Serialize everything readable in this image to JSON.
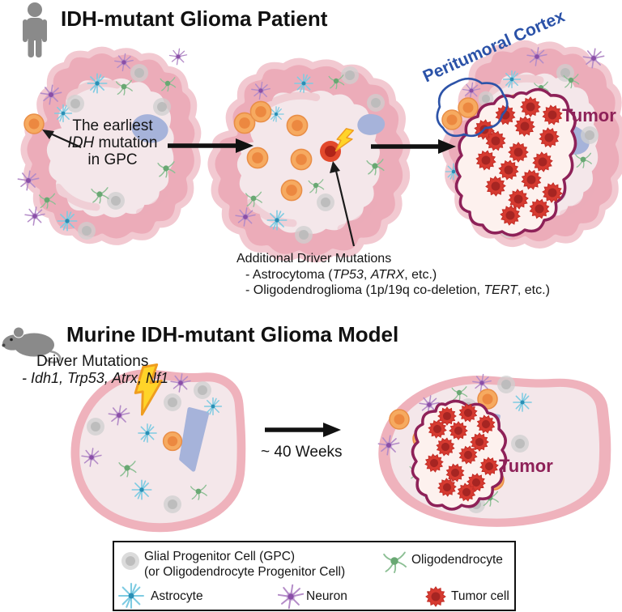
{
  "figure": {
    "patient": {
      "title": "IDH-mutant Glioma Patient",
      "earliest": {
        "line1": "The earliest",
        "line2_gene": "IDH",
        "line2_rest": " mutation",
        "line3": "in GPC"
      },
      "peritumoral_label": "Peritumoral Cortex",
      "tumor_label": "Tumor",
      "additional": {
        "title": "Additional Driver Mutations",
        "astro": {
          "pre": "- Astrocytoma (",
          "gene1": "TP53",
          "sep": ", ",
          "gene2": "ATRX",
          "post": ", etc.)"
        },
        "oligo": {
          "pre": "- Oligodendroglioma (1p/19q co-deletion, ",
          "gene": "TERT",
          "post": ", etc.)"
        }
      }
    },
    "murine": {
      "title": "Murine IDH-mutant Glioma Model",
      "driver": {
        "title": "Driver Mutations",
        "genes": "- Idh1, Trp53, Atrx, Nf1"
      },
      "duration_label": "~ 40 Weeks",
      "tumor_label": "Tumor"
    },
    "legend": {
      "gpc_line1": "Glial Progenitor Cell (GPC)",
      "gpc_line2": "(or Oligodendrocyte Progenitor Cell)",
      "oligodendrocyte": "Oligodendrocyte",
      "astrocyte": "Astrocyte",
      "neuron": "Neuron",
      "tumor_cell": "Tumor cell"
    },
    "colors": {
      "title_text": "#111111",
      "tumor_text": "#8e2158",
      "peritumoral_text": "#2b52a8",
      "brain_outer_rim": "#f2c9d1",
      "brain_cortex_band": "#ecacb9",
      "brain_inner": "#f4e7ea",
      "ventricle": "#a6b3da",
      "orange_cell": "#f6aa60",
      "mutated_cell": "#e2492c",
      "tumor_cell_fill": "#d63a30",
      "tumor_outline": "#8e2158",
      "astrocyte": "#7ecbe2",
      "neuron": "#b48cc8",
      "oligodendrocyte": "#8cbf94",
      "gpc": "#cfcfcf",
      "icon_gray": "#8a8a8a",
      "lightning": "#ffd429"
    }
  }
}
